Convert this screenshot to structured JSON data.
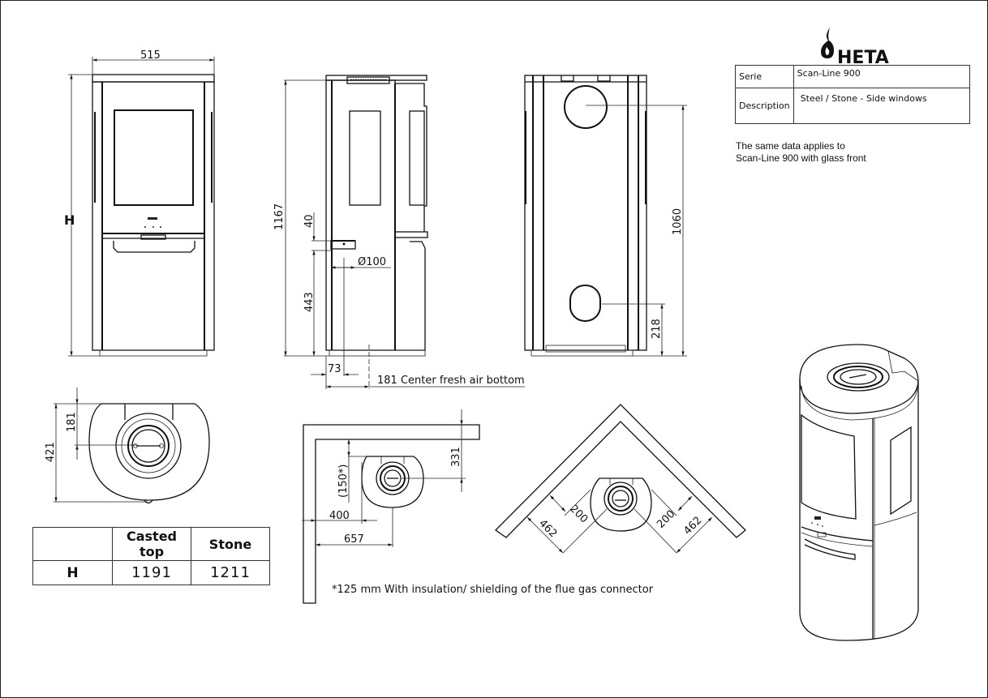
{
  "brand": {
    "logo_text": "HETA",
    "logo_icon": "flame-icon"
  },
  "info_table": {
    "rows": [
      {
        "label": "Serie",
        "value": "Scan-Line 900"
      },
      {
        "label": "Description",
        "value": "Steel / Stone - Side windows"
      }
    ]
  },
  "note": {
    "line1": "The same data applies to",
    "line2": "Scan-Line 900 with glass front"
  },
  "front_view": {
    "width_dim": "515",
    "height_label": "H"
  },
  "side_view": {
    "total_height": "1167",
    "air_inlet_height": "40",
    "air_inlet_elevation": "443",
    "air_inlet_diameter": "Ø100",
    "air_inlet_offset": "73",
    "fresh_air_label": "181 Center fresh air bottom"
  },
  "rear_view": {
    "flue_height": "1060",
    "lower_opening_height": "218"
  },
  "top_view": {
    "depth": "421",
    "flue_center": "181"
  },
  "height_table": {
    "headers": [
      "",
      "Casted top",
      "Stone"
    ],
    "row": {
      "label": "H",
      "casted_top": "1191",
      "stone": "1211"
    }
  },
  "wall_clearance": {
    "side_distance": "331",
    "rear_distance": "(150*)",
    "to_stove_side": "400",
    "to_flue_center": "657",
    "footnote": "*125 mm With insulation/ shielding of the flue gas connector"
  },
  "corner_clearance": {
    "left_200": "200",
    "right_200": "200",
    "left_462": "462",
    "right_462": "462"
  }
}
